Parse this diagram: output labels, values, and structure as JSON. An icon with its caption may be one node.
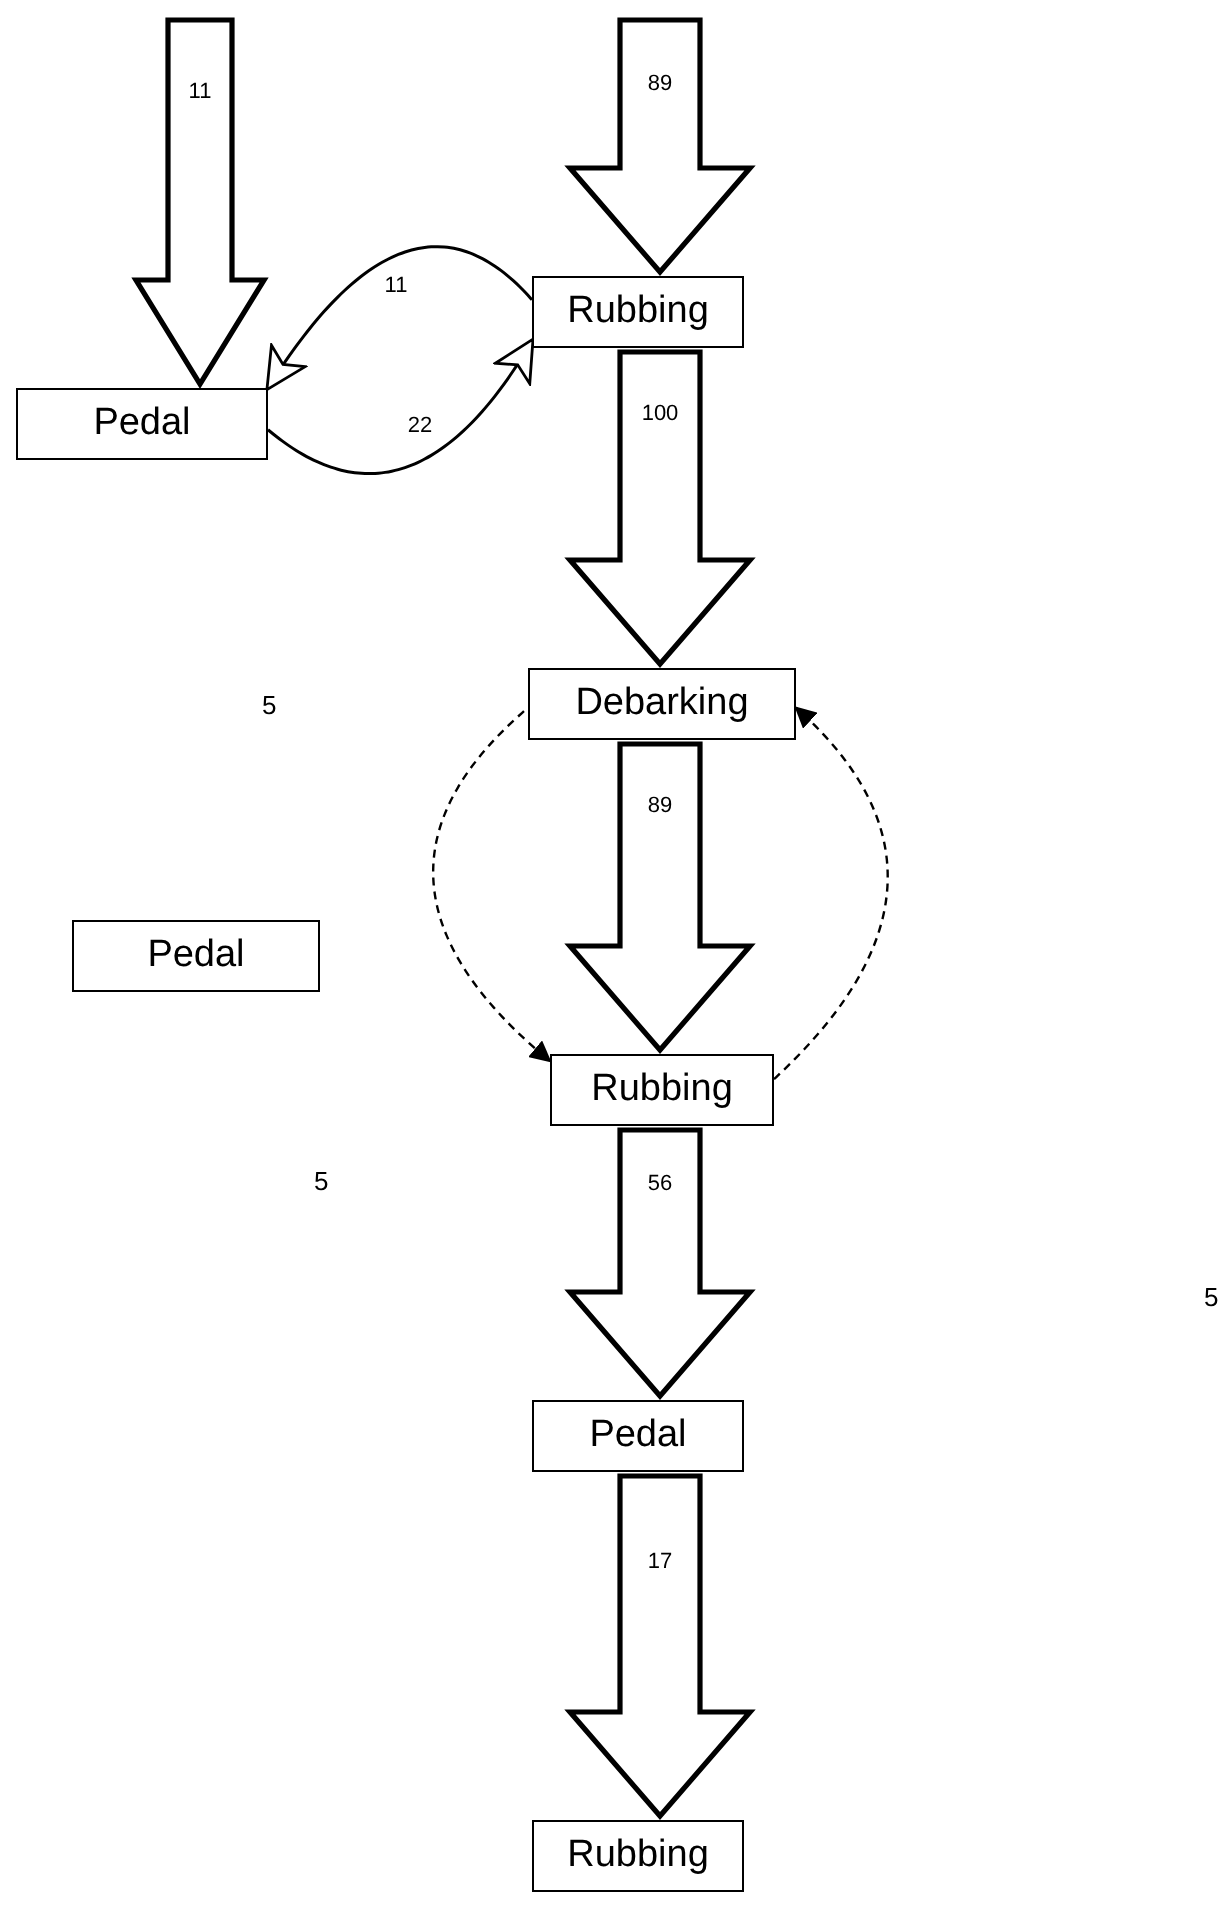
{
  "diagram": {
    "nodes": [
      {
        "text": [
          "Rubbing"
        ]
      },
      {
        "text": [
          "Pedal"
        ]
      },
      {
        "text": [
          "Debarking"
        ]
      },
      {
        "text": [
          "Pedal"
        ]
      },
      {
        "text": [
          "Rubbing"
        ]
      },
      {
        "text": [
          "Pedal"
        ]
      },
      {
        "text": [
          "Rubbing"
        ]
      }
    ],
    "edges": [
      {
        "from": null,
        "to": 1,
        "arrow": "to",
        "label": "11"
      },
      {
        "from": null,
        "to": 0,
        "arrow": "to",
        "label": "89"
      },
      {
        "from": 0,
        "to": 2,
        "arrow": "to",
        "label": "100"
      },
      {
        "from": 2,
        "to": 4,
        "arrow": "to",
        "label": "89"
      },
      {
        "from": 4,
        "to": 5,
        "arrow": "to",
        "label": "56"
      },
      {
        "from": 5,
        "to": 6,
        "arrow": "to",
        "label": "17"
      },
      {
        "from": 0,
        "to": 1,
        "arrow": "to",
        "label": "11"
      },
      {
        "from": 1,
        "to": 0,
        "arrow": "to",
        "label": "22"
      },
      {
        "from": 2,
        "to": 4,
        "arrow": "to",
        "style": "dashed"
      },
      {
        "from": 4,
        "to": 2,
        "arrow": "to",
        "style": "dashed"
      }
    ],
    "labels": [
      "5",
      "5",
      "5"
    ]
  }
}
